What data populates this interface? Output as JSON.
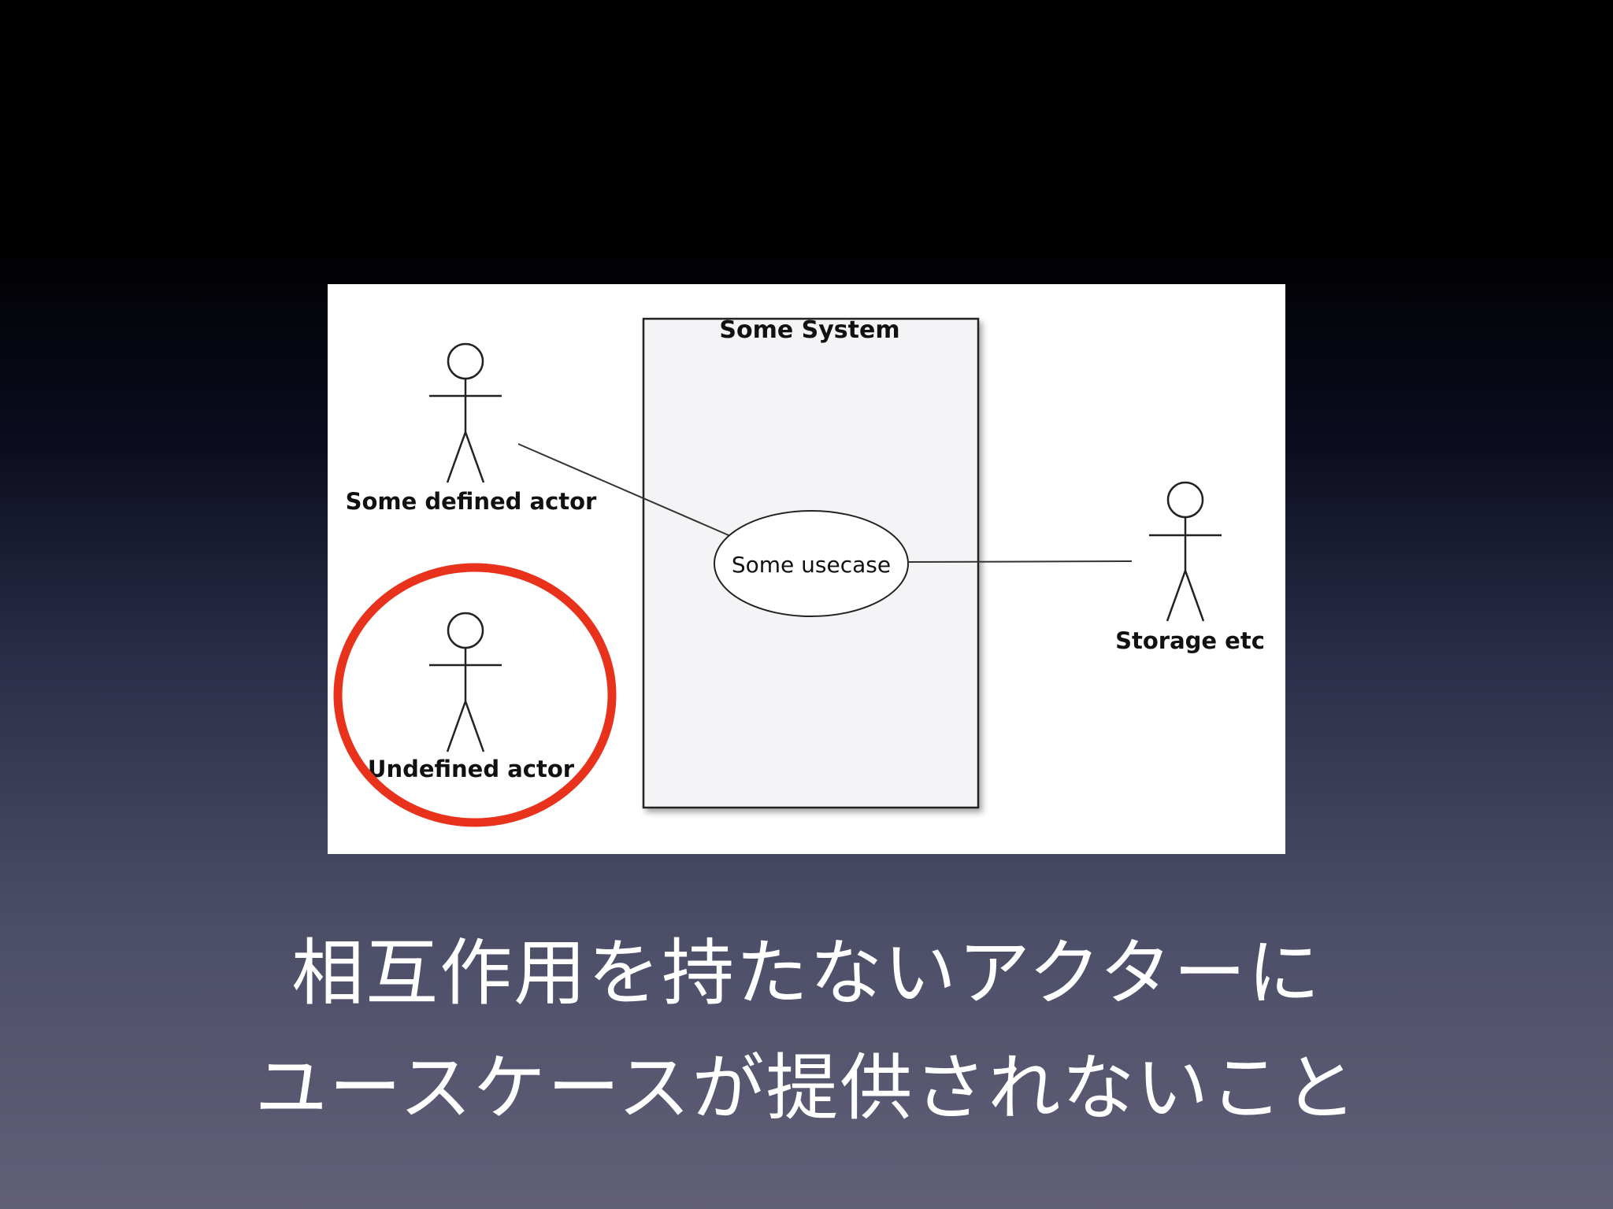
{
  "diagram": {
    "system_title": "Some System",
    "usecase_label": "Some usecase",
    "actors": {
      "defined": "Some defined actor",
      "undefined": "Undefined actor",
      "storage": "Storage etc"
    },
    "highlight_color": "#e8321c"
  },
  "caption": {
    "line1": "相互作用を持たないアクターに",
    "line2": "ユースケースが提供されないこと"
  }
}
